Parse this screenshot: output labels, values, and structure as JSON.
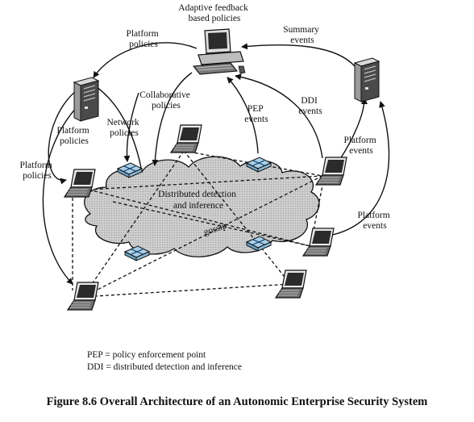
{
  "labels": {
    "adaptive": [
      "Adaptive feedback",
      "based policies"
    ],
    "platform_policies_top": [
      "Platform",
      "policies"
    ],
    "summary_events": [
      "Summary",
      "events"
    ],
    "collaborative_policies": [
      "Collaborative",
      "policies"
    ],
    "network_policies": [
      "Network",
      "policies"
    ],
    "pep_events": [
      "PEP",
      "events"
    ],
    "ddi_events": [
      "DDI",
      "events"
    ],
    "platform_policies_mid": [
      "Platform",
      "policies"
    ],
    "platform_policies_left": [
      "Platform",
      "policies"
    ],
    "platform_events_upper": [
      "Platform",
      "events"
    ],
    "platform_events_lower": [
      "Platform",
      "events"
    ],
    "cloud": [
      "Distributed detection",
      "and inference"
    ],
    "gossip": "gossip"
  },
  "legend": {
    "pep": "PEP = policy enforcement point",
    "ddi": "DDI = distributed detection and inference"
  },
  "caption": "Figure 8.6  Overall Architecture of an Autonomic Enterprise Security System"
}
